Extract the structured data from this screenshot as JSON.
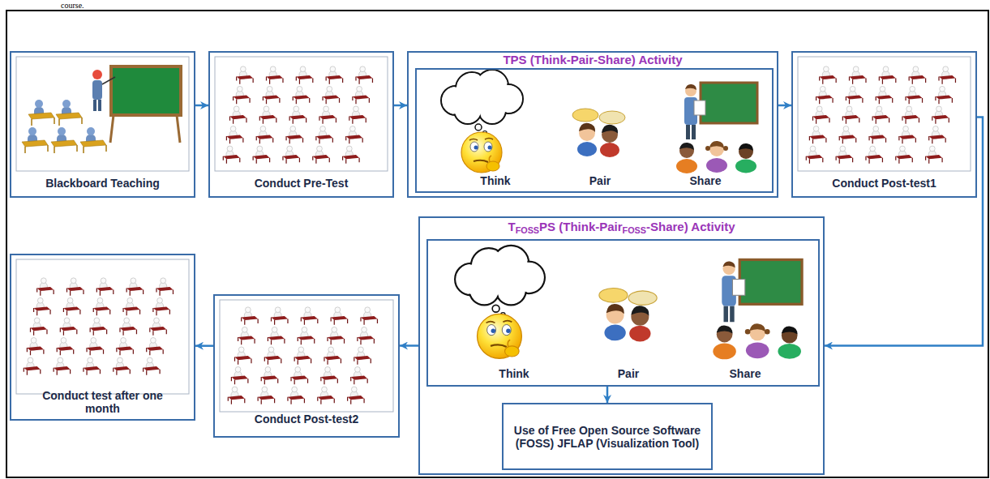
{
  "diagram": {
    "nodes": [
      {
        "text": [
          "Blackboard Teaching"
        ]
      },
      {
        "text": [
          "Conduct Pre-Test"
        ]
      },
      {
        "text": [
          "TPS (Think-Pair-Share) Activity"
        ]
      },
      {
        "text": [
          "Think",
          "Pair",
          "Share"
        ],
        "in": 2
      },
      {
        "text": [
          "Conduct Post-test1"
        ]
      },
      {
        "text": [
          "TFOSSPS (Think-PairFOSS-Share) Activity"
        ]
      },
      {
        "text": [
          "Think",
          "Pair",
          "Share"
        ],
        "in": 5
      },
      {
        "text": [
          "Use of Free Open Source Software (FOSS) JFLAP (Visualization Tool)"
        ],
        "in": 5
      },
      {
        "text": [
          "Conduct Post-test2"
        ]
      },
      {
        "text": [
          "Conduct test after one month"
        ]
      }
    ],
    "edges": [
      {
        "from": 0,
        "to": 1,
        "arrow": "to"
      },
      {
        "from": 1,
        "to": 2,
        "arrow": "to"
      },
      {
        "from": 2,
        "to": 4,
        "arrow": "to"
      },
      {
        "from": 4,
        "to": 5,
        "arrow": "to"
      },
      {
        "from": 5,
        "to": 8,
        "arrow": "to"
      },
      {
        "from": 8,
        "to": 9,
        "arrow": "to"
      },
      {
        "from": 6,
        "to": 7,
        "arrow": "to"
      }
    ],
    "labels": [
      "course."
    ]
  }
}
